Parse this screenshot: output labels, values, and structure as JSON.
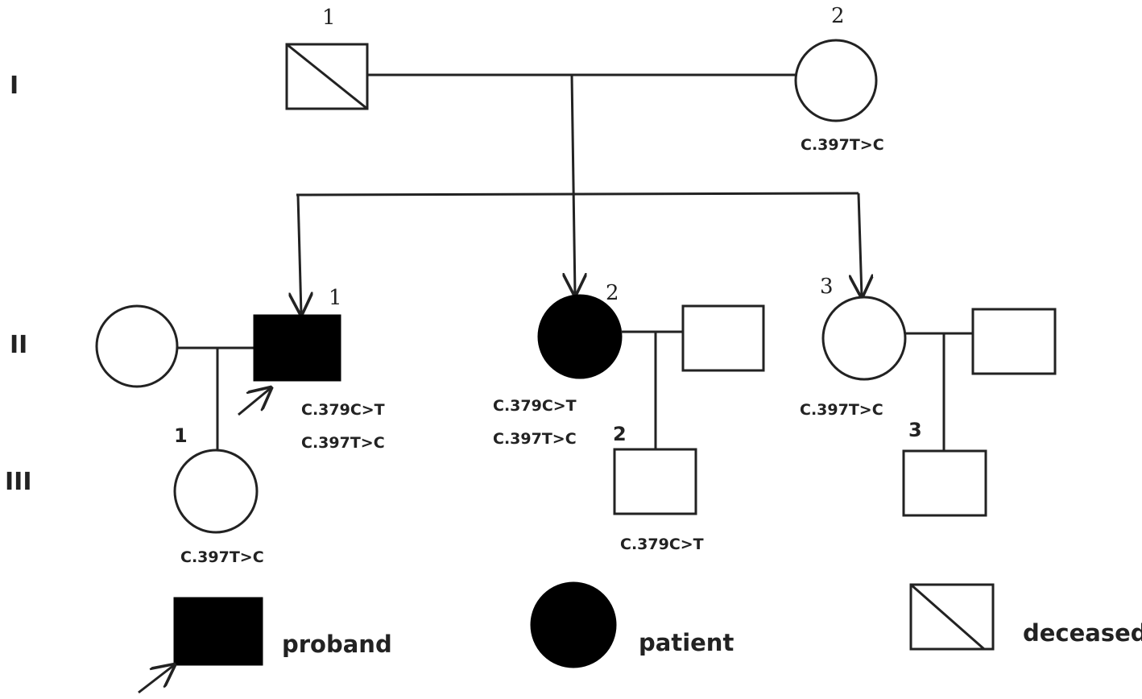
{
  "generations": {
    "g1": "I",
    "g2": "II",
    "g3": "III"
  },
  "individuals": {
    "I1": {
      "number": "1",
      "status": "deceased"
    },
    "I2": {
      "number": "2",
      "mutation": "C.397T>C"
    },
    "II1": {
      "number": "1",
      "status": "proband",
      "mutation1": "C.379C>T",
      "mutation2": "C.397T>C"
    },
    "II2": {
      "number": "2",
      "status": "patient",
      "mutation1": "C.379C>T",
      "mutation2": "C.397T>C"
    },
    "II3": {
      "number": "3",
      "mutation": "C.397T>C"
    },
    "III1": {
      "number": "1",
      "mutation": "C.397T>C"
    },
    "III2": {
      "number": "2",
      "mutation": "C.379C>T"
    },
    "III3": {
      "number": "3"
    }
  },
  "legend": {
    "proband": "proband",
    "patient": "patient",
    "deceased": "deceased"
  }
}
